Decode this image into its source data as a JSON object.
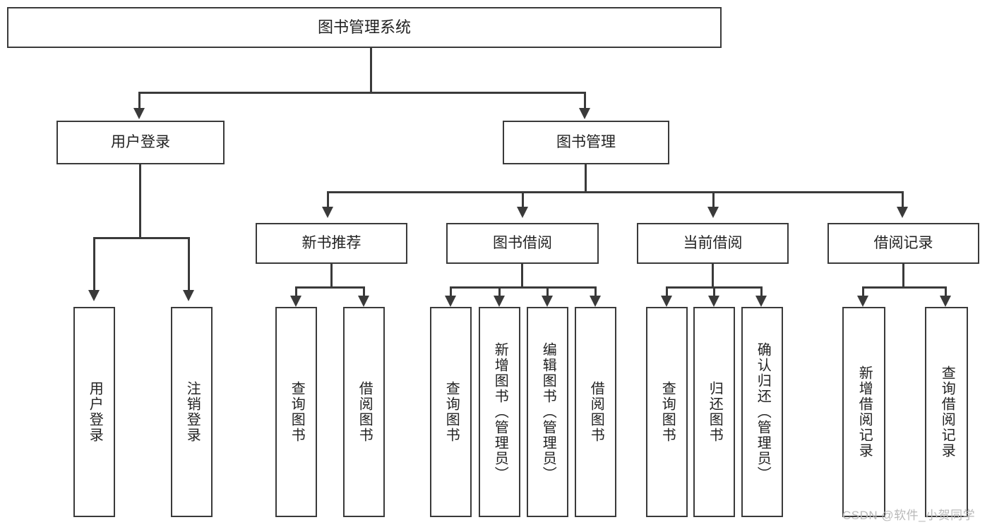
{
  "diagram": {
    "title": "图书管理系统",
    "type": "hierarchy-tree",
    "watermark": "CSDN @软件_小贺同学",
    "colors": {
      "box_border": "#3a3a3a",
      "box_fill": "#ffffff",
      "connector": "#3a3a3a",
      "text": "#222222",
      "watermark": "#b9b9b9",
      "background": "#ffffff"
    }
  },
  "nodes": {
    "root": {
      "label": "图书管理系统",
      "level": 1
    },
    "level2": [
      {
        "id": "user-login",
        "label": "用户登录"
      },
      {
        "id": "book-management",
        "label": "图书管理"
      }
    ],
    "level3": [
      {
        "id": "new-book-recommend",
        "label": "新书推荐"
      },
      {
        "id": "book-borrow",
        "label": "图书借阅"
      },
      {
        "id": "current-borrow",
        "label": "当前借阅"
      },
      {
        "id": "borrow-record",
        "label": "借阅记录"
      }
    ],
    "leaves": [
      {
        "id": "leaf-user-login",
        "label": "用户登录",
        "parent": "user-login"
      },
      {
        "id": "leaf-logout",
        "label": "注销登录",
        "parent": "user-login"
      },
      {
        "id": "leaf-query-book-1",
        "label": "查询图书",
        "parent": "new-book-recommend"
      },
      {
        "id": "leaf-borrow-book-1",
        "label": "借阅图书",
        "parent": "new-book-recommend"
      },
      {
        "id": "leaf-query-book-2",
        "label": "查询图书",
        "parent": "book-borrow"
      },
      {
        "id": "leaf-add-book",
        "label": "新增图书（管理员）",
        "parent": "book-borrow"
      },
      {
        "id": "leaf-edit-book",
        "label": "编辑图书（管理员）",
        "parent": "book-borrow"
      },
      {
        "id": "leaf-borrow-book-2",
        "label": "借阅图书",
        "parent": "book-borrow"
      },
      {
        "id": "leaf-query-book-3",
        "label": "查询图书",
        "parent": "current-borrow"
      },
      {
        "id": "leaf-return-book",
        "label": "归还图书",
        "parent": "current-borrow"
      },
      {
        "id": "leaf-confirm-return",
        "label": "确认归还（管理员）",
        "parent": "current-borrow"
      },
      {
        "id": "leaf-add-borrow-record",
        "label": "新增借阅记录",
        "parent": "borrow-record"
      },
      {
        "id": "leaf-query-borrow-record",
        "label": "查询借阅记录",
        "parent": "borrow-record"
      }
    ]
  }
}
